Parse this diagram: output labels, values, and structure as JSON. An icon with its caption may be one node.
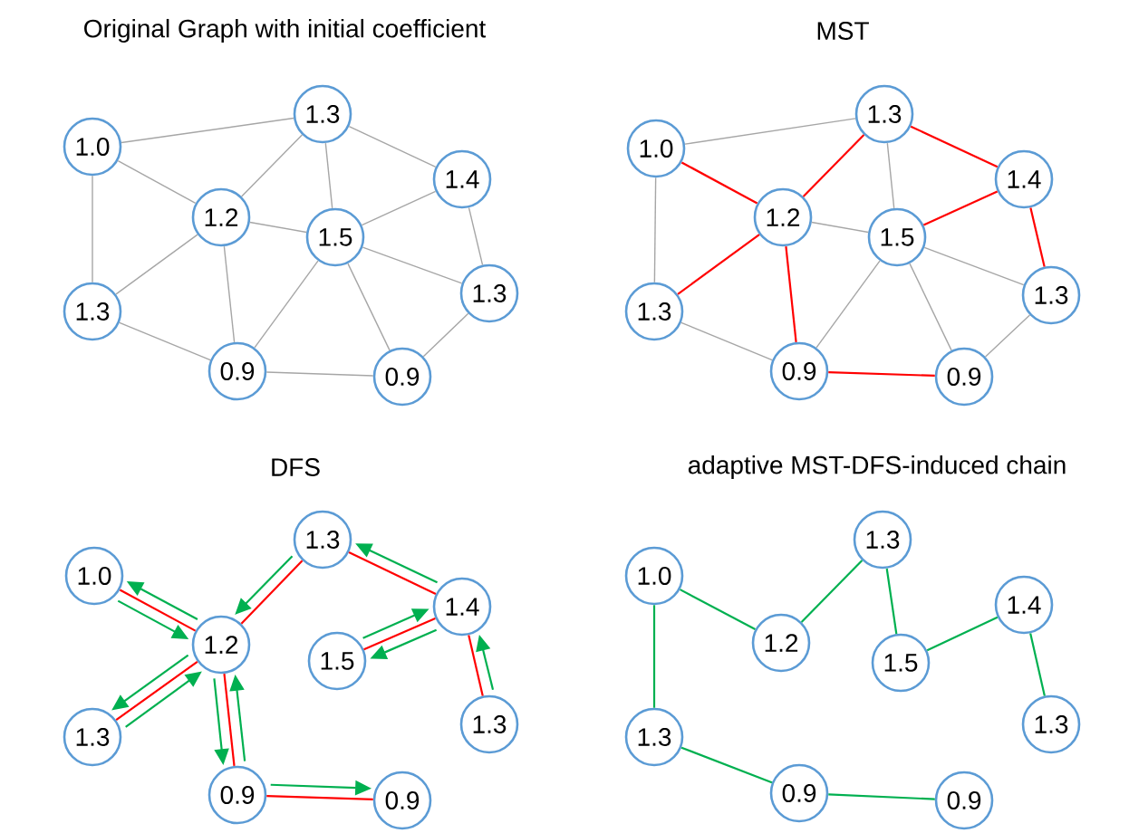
{
  "diagram": {
    "nodes": [
      {
        "text": [
          "1.0"
        ]
      },
      {
        "text": [
          "1.3"
        ]
      },
      {
        "text": [
          "1.4"
        ]
      },
      {
        "text": [
          "1.2"
        ]
      },
      {
        "text": [
          "1.5"
        ]
      },
      {
        "text": [
          "1.3"
        ]
      },
      {
        "text": [
          "1.3"
        ]
      },
      {
        "text": [
          "0.9"
        ]
      },
      {
        "text": [
          "0.9"
        ]
      },
      {
        "text": [
          "1.0"
        ]
      },
      {
        "text": [
          "1.3"
        ]
      },
      {
        "text": [
          "1.4"
        ]
      },
      {
        "text": [
          "1.2"
        ]
      },
      {
        "text": [
          "1.5"
        ]
      },
      {
        "text": [
          "1.3"
        ]
      },
      {
        "text": [
          "1.3"
        ]
      },
      {
        "text": [
          "0.9"
        ]
      },
      {
        "text": [
          "0.9"
        ]
      },
      {
        "text": [
          "1.0"
        ]
      },
      {
        "text": [
          "1.3"
        ]
      },
      {
        "text": [
          "1.4"
        ]
      },
      {
        "text": [
          "1.2"
        ]
      },
      {
        "text": [
          "1.5"
        ]
      },
      {
        "text": [
          "1.3"
        ]
      },
      {
        "text": [
          "1.3"
        ]
      },
      {
        "text": [
          "0.9"
        ]
      },
      {
        "text": [
          "0.9"
        ]
      },
      {
        "text": [
          "1.0"
        ]
      },
      {
        "text": [
          "1.3"
        ]
      },
      {
        "text": [
          "1.4"
        ]
      },
      {
        "text": [
          "1.2"
        ]
      },
      {
        "text": [
          "1.5"
        ]
      },
      {
        "text": [
          "1.3"
        ]
      },
      {
        "text": [
          "1.3"
        ]
      },
      {
        "text": [
          "0.9"
        ]
      },
      {
        "text": [
          "0.9"
        ]
      }
    ],
    "edges": [
      {
        "from": 0,
        "to": 1,
        "arrow": "none"
      },
      {
        "from": 0,
        "to": 3,
        "arrow": "none"
      },
      {
        "from": 0,
        "to": 5,
        "arrow": "none"
      },
      {
        "from": 1,
        "to": 3,
        "arrow": "none"
      },
      {
        "from": 1,
        "to": 4,
        "arrow": "none"
      },
      {
        "from": 1,
        "to": 2,
        "arrow": "none"
      },
      {
        "from": 2,
        "to": 4,
        "arrow": "none"
      },
      {
        "from": 2,
        "to": 6,
        "arrow": "none"
      },
      {
        "from": 3,
        "to": 4,
        "arrow": "none"
      },
      {
        "from": 3,
        "to": 5,
        "arrow": "none"
      },
      {
        "from": 3,
        "to": 7,
        "arrow": "none"
      },
      {
        "from": 4,
        "to": 7,
        "arrow": "none"
      },
      {
        "from": 4,
        "to": 8,
        "arrow": "none"
      },
      {
        "from": 4,
        "to": 6,
        "arrow": "none"
      },
      {
        "from": 5,
        "to": 7,
        "arrow": "none"
      },
      {
        "from": 7,
        "to": 8,
        "arrow": "none"
      },
      {
        "from": 6,
        "to": 8,
        "arrow": "none"
      },
      {
        "from": 9,
        "to": 10,
        "arrow": "none"
      },
      {
        "from": 9,
        "to": 12,
        "arrow": "none",
        "color": "#ff0000"
      },
      {
        "from": 9,
        "to": 14,
        "arrow": "none"
      },
      {
        "from": 10,
        "to": 12,
        "arrow": "none",
        "color": "#ff0000"
      },
      {
        "from": 10,
        "to": 13,
        "arrow": "none"
      },
      {
        "from": 10,
        "to": 11,
        "arrow": "none",
        "color": "#ff0000"
      },
      {
        "from": 11,
        "to": 13,
        "arrow": "none",
        "color": "#ff0000"
      },
      {
        "from": 11,
        "to": 15,
        "arrow": "none",
        "color": "#ff0000"
      },
      {
        "from": 12,
        "to": 13,
        "arrow": "none"
      },
      {
        "from": 12,
        "to": 14,
        "arrow": "none",
        "color": "#ff0000"
      },
      {
        "from": 12,
        "to": 16,
        "arrow": "none",
        "color": "#ff0000"
      },
      {
        "from": 13,
        "to": 16,
        "arrow": "none"
      },
      {
        "from": 13,
        "to": 17,
        "arrow": "none"
      },
      {
        "from": 13,
        "to": 15,
        "arrow": "none"
      },
      {
        "from": 14,
        "to": 16,
        "arrow": "none"
      },
      {
        "from": 16,
        "to": 17,
        "arrow": "none",
        "color": "#ff0000"
      },
      {
        "from": 15,
        "to": 17,
        "arrow": "none"
      },
      {
        "from": 18,
        "to": 21,
        "arrow": "none",
        "color": "#ff0000"
      },
      {
        "from": 19,
        "to": 21,
        "arrow": "none",
        "color": "#ff0000"
      },
      {
        "from": 19,
        "to": 20,
        "arrow": "none",
        "color": "#ff0000"
      },
      {
        "from": 20,
        "to": 22,
        "arrow": "none",
        "color": "#ff0000"
      },
      {
        "from": 20,
        "to": 24,
        "arrow": "none",
        "color": "#ff0000"
      },
      {
        "from": 21,
        "to": 23,
        "arrow": "none",
        "color": "#ff0000"
      },
      {
        "from": 21,
        "to": 25,
        "arrow": "none",
        "color": "#ff0000"
      },
      {
        "from": 25,
        "to": 26,
        "arrow": "none",
        "color": "#ff0000"
      },
      {
        "from": 19,
        "to": 21,
        "arrow": "to",
        "color": "#00b050"
      },
      {
        "from": 21,
        "to": 18,
        "arrow": "to",
        "color": "#00b050"
      },
      {
        "from": 18,
        "to": 21,
        "arrow": "to",
        "color": "#00b050"
      },
      {
        "from": 21,
        "to": 23,
        "arrow": "to",
        "color": "#00b050"
      },
      {
        "from": 23,
        "to": 21,
        "arrow": "to",
        "color": "#00b050"
      },
      {
        "from": 21,
        "to": 25,
        "arrow": "to",
        "color": "#00b050"
      },
      {
        "from": 25,
        "to": 21,
        "arrow": "to",
        "color": "#00b050"
      },
      {
        "from": 25,
        "to": 26,
        "arrow": "to",
        "color": "#00b050"
      },
      {
        "from": 20,
        "to": 19,
        "arrow": "to",
        "color": "#00b050"
      },
      {
        "from": 22,
        "to": 20,
        "arrow": "to",
        "color": "#00b050"
      },
      {
        "from": 20,
        "to": 22,
        "arrow": "to",
        "color": "#00b050"
      },
      {
        "from": 24,
        "to": 20,
        "arrow": "to",
        "color": "#00b050"
      },
      {
        "from": 27,
        "to": 30,
        "arrow": "none",
        "color": "#00b050"
      },
      {
        "from": 30,
        "to": 28,
        "arrow": "none",
        "color": "#00b050"
      },
      {
        "from": 28,
        "to": 31,
        "arrow": "none",
        "color": "#00b050"
      },
      {
        "from": 31,
        "to": 29,
        "arrow": "none",
        "color": "#00b050"
      },
      {
        "from": 29,
        "to": 33,
        "arrow": "none",
        "color": "#00b050"
      },
      {
        "from": 27,
        "to": 32,
        "arrow": "none",
        "color": "#00b050"
      },
      {
        "from": 32,
        "to": 34,
        "arrow": "none",
        "color": "#00b050"
      },
      {
        "from": 34,
        "to": 35,
        "arrow": "none",
        "color": "#00b050"
      }
    ],
    "labels": [
      "Original Graph with initial coefficient",
      "MST",
      "DFS",
      "adaptive MST-DFS-induced chain"
    ]
  }
}
